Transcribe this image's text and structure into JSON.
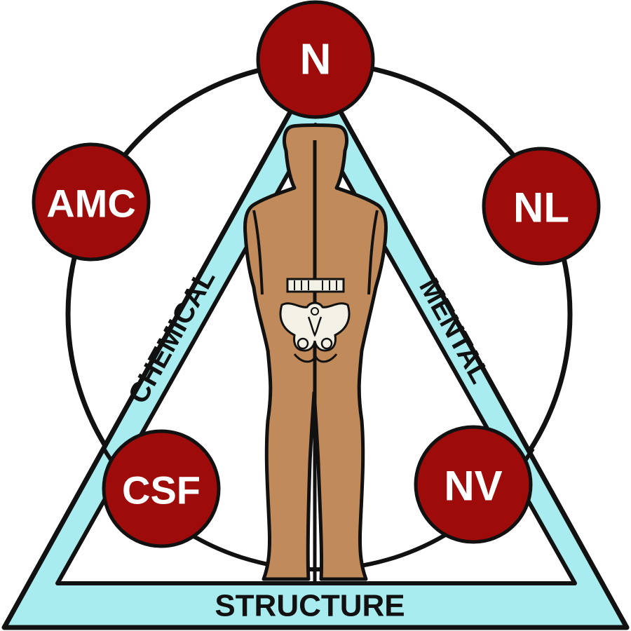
{
  "colors": {
    "triangle_fill": "#a8ecf0",
    "node_fill": "#9e0b0b",
    "body_fill": "#c18a5a",
    "outline": "#111111"
  },
  "sides": {
    "left": "CHEMICAL",
    "right": "MENTAL",
    "bottom": "STRUCTURE"
  },
  "nodes": {
    "top": "N",
    "upper_left": "AMC",
    "upper_right": "NL",
    "lower_left": "CSF",
    "lower_right": "NV"
  },
  "icons": {
    "figure": "human-figure-back-view-icon",
    "pelvis": "pelvis-icon",
    "spine": "spine-line-icon"
  }
}
